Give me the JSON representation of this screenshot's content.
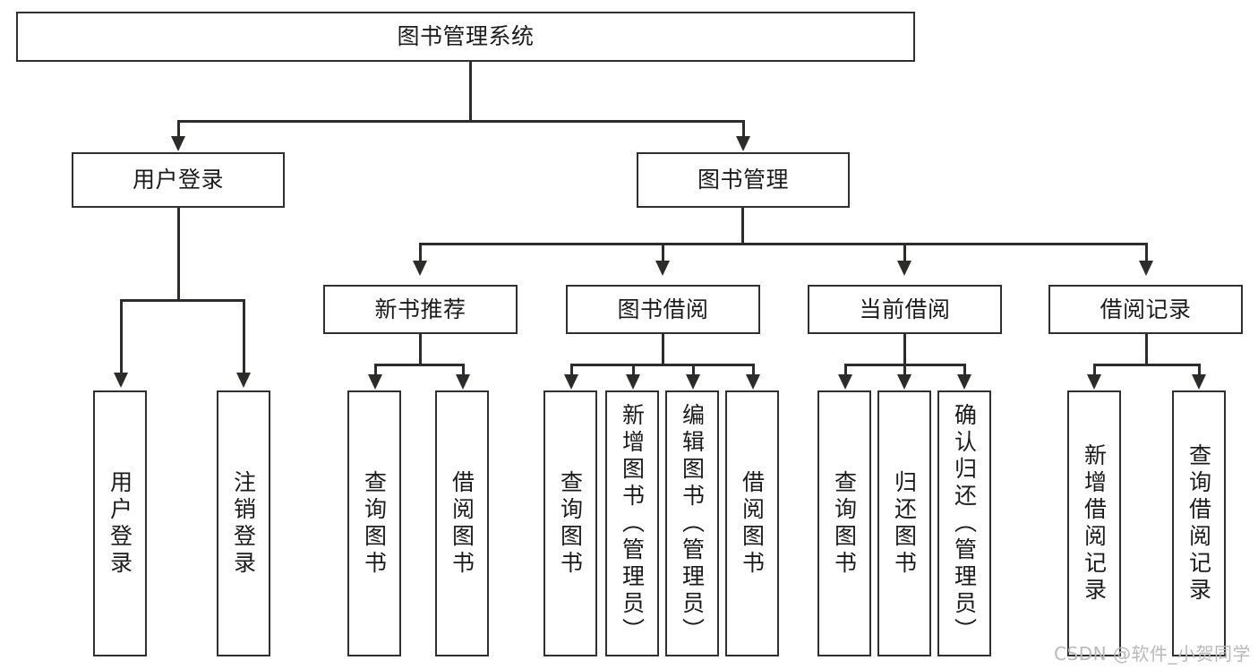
{
  "diagram": {
    "type": "tree-hierarchy",
    "title": "图书管理系统",
    "watermark": "CSDN @软件_小贺同学",
    "colors": {
      "box_border": "#30302f",
      "connector": "#2c2c2b",
      "background": "#ffffff",
      "watermark": "#b9b9b9"
    },
    "root": {
      "label": "图书管理系统"
    },
    "level2": [
      {
        "label": "用户登录"
      },
      {
        "label": "图书管理"
      }
    ],
    "level3": [
      {
        "label": "新书推荐"
      },
      {
        "label": "图书借阅"
      },
      {
        "label": "当前借阅"
      },
      {
        "label": "借阅记录"
      }
    ],
    "leaves": {
      "user_login": [
        {
          "label": "用户登录"
        },
        {
          "label": "注销登录"
        }
      ],
      "new_book_recommend": [
        {
          "label": "查询图书"
        },
        {
          "label": "借阅图书"
        }
      ],
      "book_borrow": [
        {
          "label": "查询图书"
        },
        {
          "label": "新增图书（管理员）"
        },
        {
          "label": "编辑图书（管理员）"
        },
        {
          "label": "借阅图书"
        }
      ],
      "current_borrow": [
        {
          "label": "查询图书"
        },
        {
          "label": "归还图书"
        },
        {
          "label": "确认归还（管理员）"
        }
      ],
      "borrow_record": [
        {
          "label": "新增借阅记录"
        },
        {
          "label": "查询借阅记录"
        }
      ]
    }
  }
}
